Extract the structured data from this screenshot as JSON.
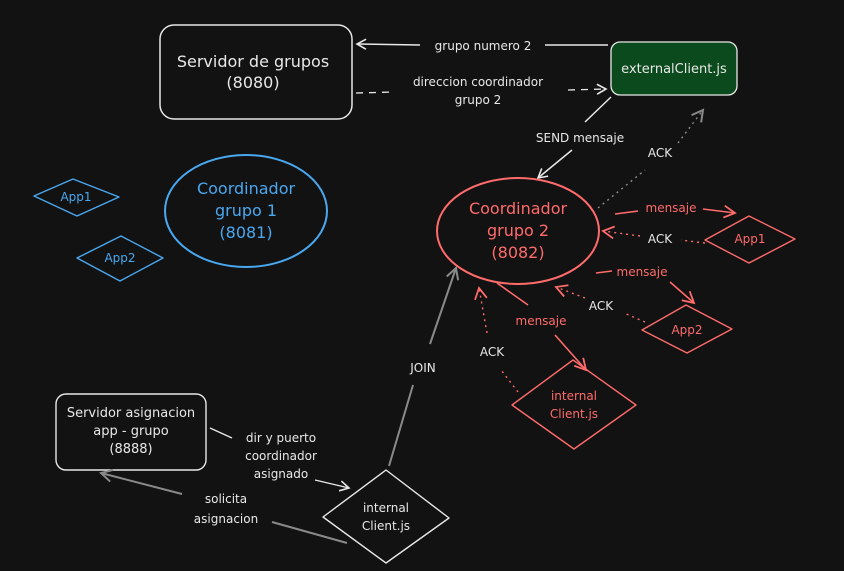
{
  "colors": {
    "background": "#121212",
    "white": "#e8e8e8",
    "gray": "#8a8a8a",
    "blue": "#4aa8f0",
    "red": "#ff6b6b",
    "green_fill": "#0b4a1c"
  },
  "nodes": {
    "servidor_grupos": {
      "line1": "Servidor de grupos",
      "line2": "(8080)"
    },
    "external_client": {
      "label": "externalClient.js"
    },
    "coordinador1": {
      "line1": "Coordinador",
      "line2": "grupo 1",
      "line3": "(8081)"
    },
    "app1_blue": {
      "label": "App1"
    },
    "app2_blue": {
      "label": "App2"
    },
    "coordinador2": {
      "line1": "Coordinador",
      "line2": "grupo 2",
      "line3": "(8082)"
    },
    "app1_red": {
      "label": "App1"
    },
    "app2_red": {
      "label": "App2"
    },
    "internal_red": {
      "line1": "internal",
      "line2": "Client.js"
    },
    "servidor_asignacion": {
      "line1": "Servidor asignacion",
      "line2": "app - grupo",
      "line3": "(8888)"
    },
    "internal_white": {
      "line1": "internal",
      "line2": "Client.js"
    }
  },
  "edges": {
    "grupo_numero": "grupo numero 2",
    "direccion_line1": "direccion coordinador",
    "direccion_line2": "grupo 2",
    "send_mensaje": "SEND mensaje",
    "ack_external": "ACK",
    "mensaje_app1": "mensaje",
    "ack_app1": "ACK",
    "mensaje_app2": "mensaje",
    "ack_app2": "ACK",
    "mensaje_internal": "mensaje",
    "ack_internal": "ACK",
    "join": "JOIN",
    "dir_line1": "dir y puerto",
    "dir_line2": "coordinador",
    "dir_line3": "asignado",
    "solicita_line1": "solicita",
    "solicita_line2": "asignacion"
  }
}
